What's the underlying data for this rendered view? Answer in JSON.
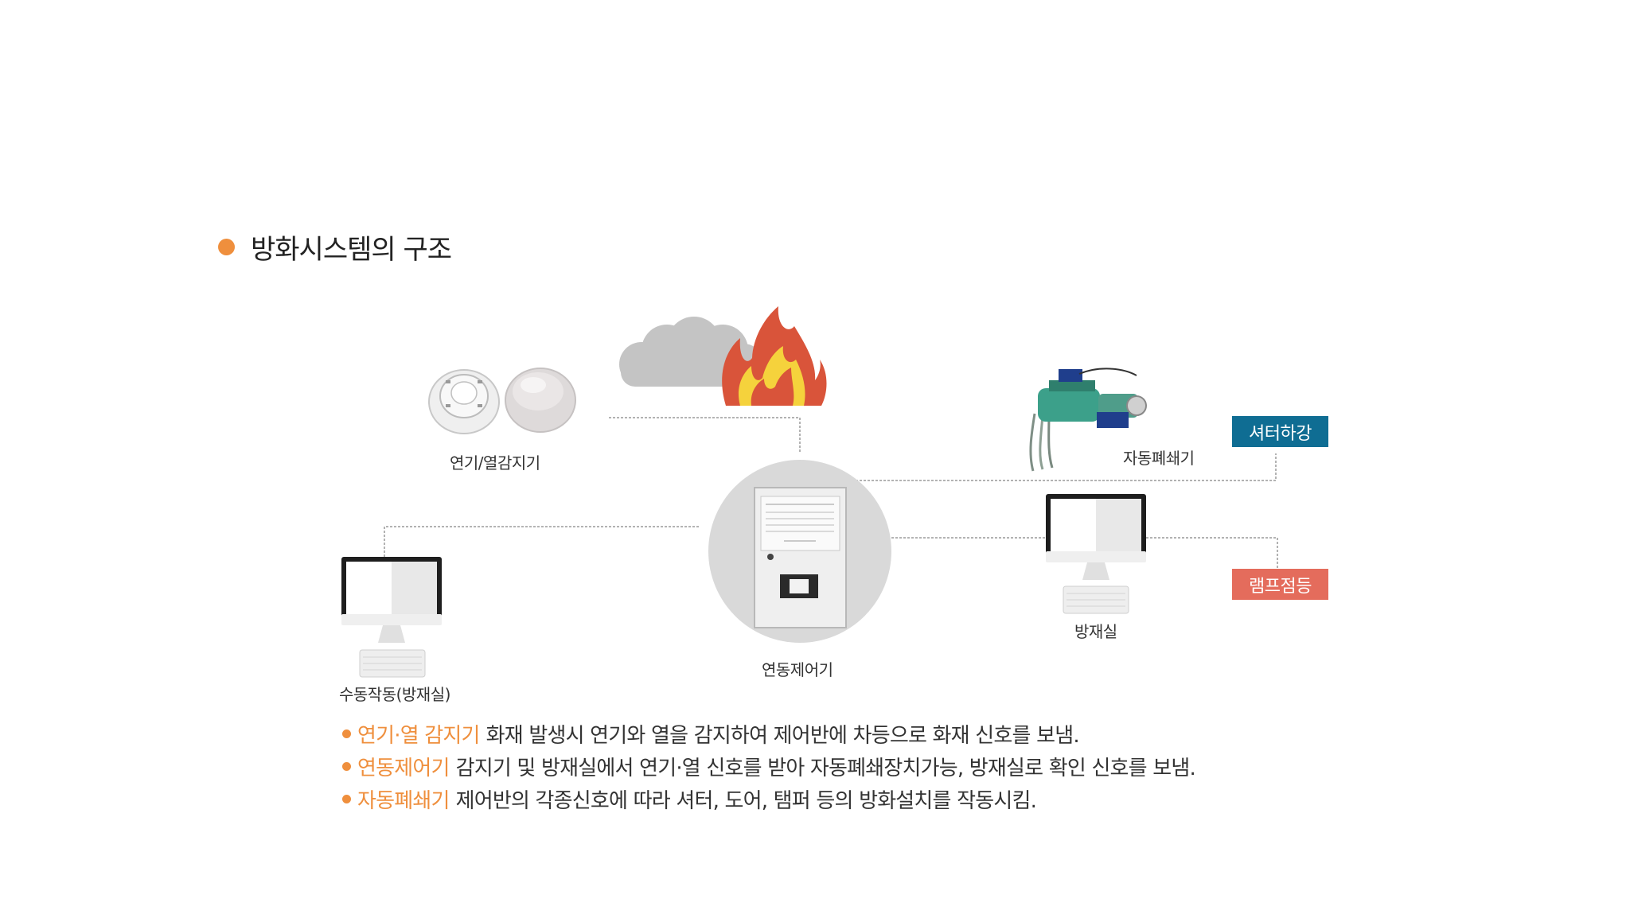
{
  "title": "방화시스템의 구조",
  "diagram": {
    "detector_label": "연기/열감지기",
    "controller_label": "연동제어기",
    "manual_label": "수동작동(방재실)",
    "room_label": "방재실",
    "closer_label": "자동폐쇄기",
    "shutter_tag": "셔터하강",
    "lamp_tag": "램프점등"
  },
  "descriptions": [
    {
      "term": "연기·열 감지기",
      "text": "화재 발생시 연기와 열을 감지하여 제어반에 차등으로 화재 신호를 보냄."
    },
    {
      "term": "연동제어기",
      "text": "감지기 및 방재실에서 연기·열 신호를 받아 자동폐쇄장치가능, 방재실로 확인 신호를 보냄."
    },
    {
      "term": "자동폐쇄기",
      "text": "제어반의 각종신호에 따라 셔터, 도어, 탬퍼 등의 방화설치를 작동시킴."
    }
  ],
  "colors": {
    "accent": "#ef8f3d",
    "shutter": "#0f6d93",
    "lamp": "#e46c5c",
    "flame_outer": "#d9543a",
    "flame_inner": "#f5d23c",
    "smoke": "#c4c4c4"
  }
}
